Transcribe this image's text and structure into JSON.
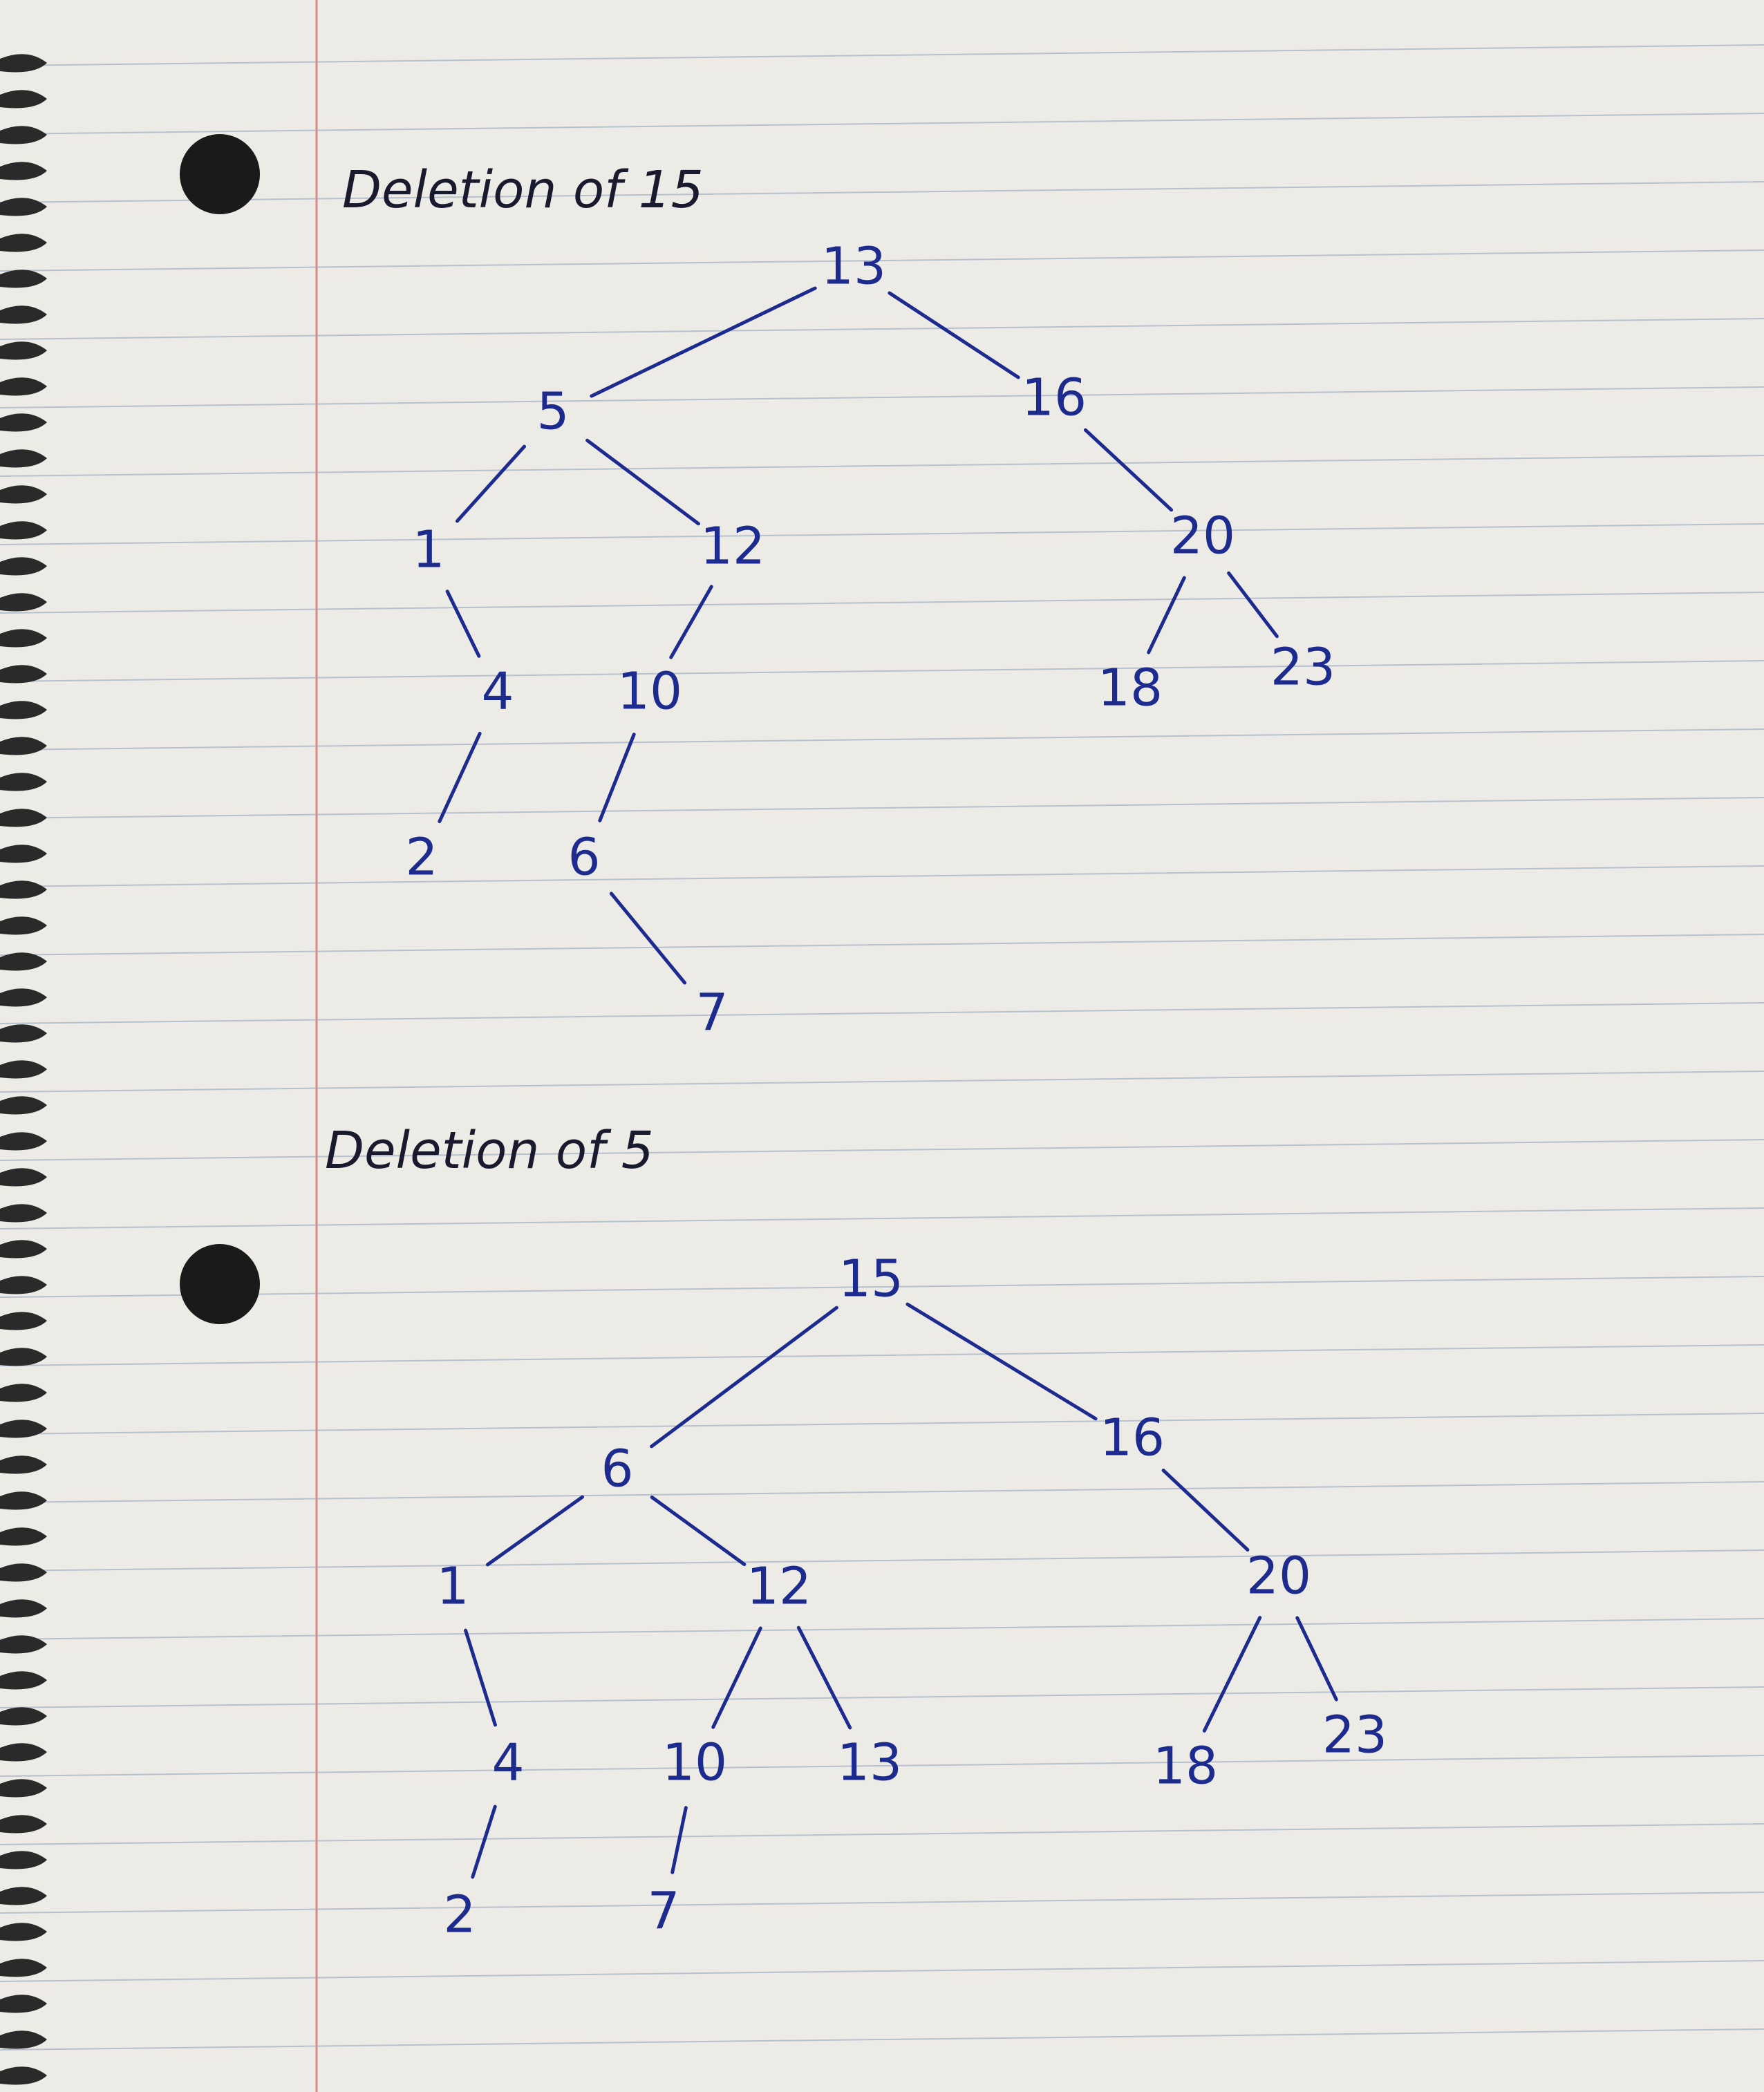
{
  "diagrams": [
    {
      "id": "deletion-15",
      "heading": "Deletion of 15",
      "nodes": [
        {
          "id": "n13",
          "label": "13"
        },
        {
          "id": "n5",
          "label": "5"
        },
        {
          "id": "n16",
          "label": "16"
        },
        {
          "id": "n1",
          "label": "1"
        },
        {
          "id": "n12",
          "label": "12"
        },
        {
          "id": "n20",
          "label": "20"
        },
        {
          "id": "n4",
          "label": "4"
        },
        {
          "id": "n10",
          "label": "10"
        },
        {
          "id": "n18",
          "label": "18"
        },
        {
          "id": "n23",
          "label": "23"
        },
        {
          "id": "n2",
          "label": "2"
        },
        {
          "id": "n6",
          "label": "6"
        },
        {
          "id": "n7",
          "label": "7"
        }
      ],
      "edges": [
        [
          "n13",
          "n5"
        ],
        [
          "n13",
          "n16"
        ],
        [
          "n5",
          "n1"
        ],
        [
          "n5",
          "n12"
        ],
        [
          "n16",
          "n20"
        ],
        [
          "n1",
          "n4"
        ],
        [
          "n12",
          "n10"
        ],
        [
          "n20",
          "n18"
        ],
        [
          "n20",
          "n23"
        ],
        [
          "n4",
          "n2"
        ],
        [
          "n10",
          "n6"
        ],
        [
          "n6",
          "n7"
        ]
      ]
    },
    {
      "id": "deletion-5",
      "heading": "Deletion of 5",
      "nodes": [
        {
          "id": "m15",
          "label": "15"
        },
        {
          "id": "m6",
          "label": "6"
        },
        {
          "id": "m16",
          "label": "16"
        },
        {
          "id": "m1",
          "label": "1"
        },
        {
          "id": "m12",
          "label": "12"
        },
        {
          "id": "m20",
          "label": "20"
        },
        {
          "id": "m4",
          "label": "4"
        },
        {
          "id": "m10",
          "label": "10"
        },
        {
          "id": "m13",
          "label": "13"
        },
        {
          "id": "m18",
          "label": "18"
        },
        {
          "id": "m23",
          "label": "23"
        },
        {
          "id": "m2",
          "label": "2"
        },
        {
          "id": "m7",
          "label": "7"
        }
      ],
      "edges": [
        [
          "m15",
          "m6"
        ],
        [
          "m15",
          "m16"
        ],
        [
          "m6",
          "m1"
        ],
        [
          "m6",
          "m12"
        ],
        [
          "m16",
          "m20"
        ],
        [
          "m1",
          "m4"
        ],
        [
          "m12",
          "m10"
        ],
        [
          "m12",
          "m13"
        ],
        [
          "m20",
          "m18"
        ],
        [
          "m20",
          "m23"
        ],
        [
          "m4",
          "m2"
        ],
        [
          "m10",
          "m7"
        ]
      ]
    }
  ],
  "colors": {
    "paper": "#ecebe6",
    "ink": "#1d2b8f",
    "rule_lines": "#b7c0cf",
    "margin_line": "#d98b8b",
    "spiral": "#2a2a2a"
  }
}
